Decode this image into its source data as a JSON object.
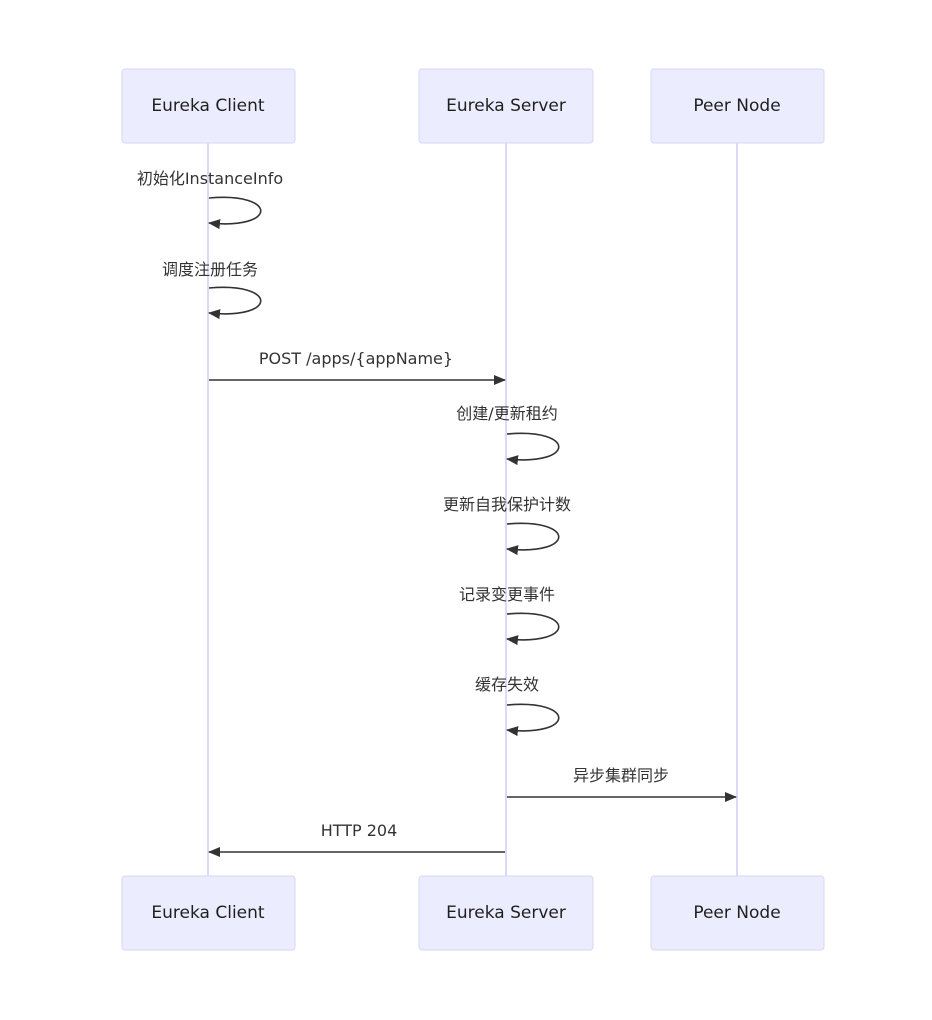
{
  "participants": [
    {
      "id": "client",
      "label": "Eureka Client"
    },
    {
      "id": "server",
      "label": "Eureka Server"
    },
    {
      "id": "peer",
      "label": "Peer Node"
    }
  ],
  "messages": [
    {
      "from": "client",
      "to": "client",
      "label": "初始化InstanceInfo"
    },
    {
      "from": "client",
      "to": "client",
      "label": "调度注册任务"
    },
    {
      "from": "client",
      "to": "server",
      "label": "POST /apps/{appName}"
    },
    {
      "from": "server",
      "to": "server",
      "label": "创建/更新租约"
    },
    {
      "from": "server",
      "to": "server",
      "label": "更新自我保护计数"
    },
    {
      "from": "server",
      "to": "server",
      "label": "记录变更事件"
    },
    {
      "from": "server",
      "to": "server",
      "label": "缓存失效"
    },
    {
      "from": "server",
      "to": "peer",
      "label": "异步集群同步"
    },
    {
      "from": "server",
      "to": "client",
      "label": "HTTP 204"
    }
  ],
  "colors": {
    "actor_fill": "#ECECFF",
    "actor_border": "#D8D6F5",
    "lifeline": "#DCD9F5",
    "arrow": "#333333",
    "text": "#333333"
  }
}
